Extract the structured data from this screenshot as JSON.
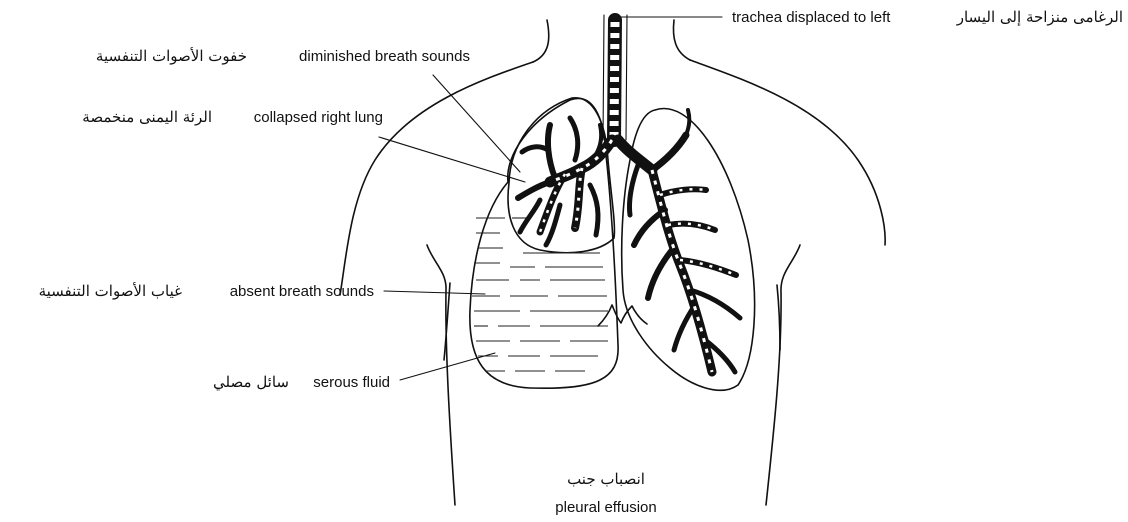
{
  "labels": {
    "trachea": {
      "en": "trachea displaced to left",
      "ar": "الرغامى منزاحة إلى اليسار"
    },
    "diminished": {
      "en": "diminished breath sounds",
      "ar": "خفوت الأصوات التنفسية"
    },
    "collapsed": {
      "en": "collapsed right lung",
      "ar": "الرئة اليمنى منخمصة"
    },
    "absent": {
      "en": "absent breath sounds",
      "ar": "غياب الأصوات التنفسية"
    },
    "fluid": {
      "en": "serous fluid",
      "ar": "سائل مصلي"
    }
  },
  "caption": {
    "ar": "انصباب جنب",
    "en": "pleural effusion"
  }
}
